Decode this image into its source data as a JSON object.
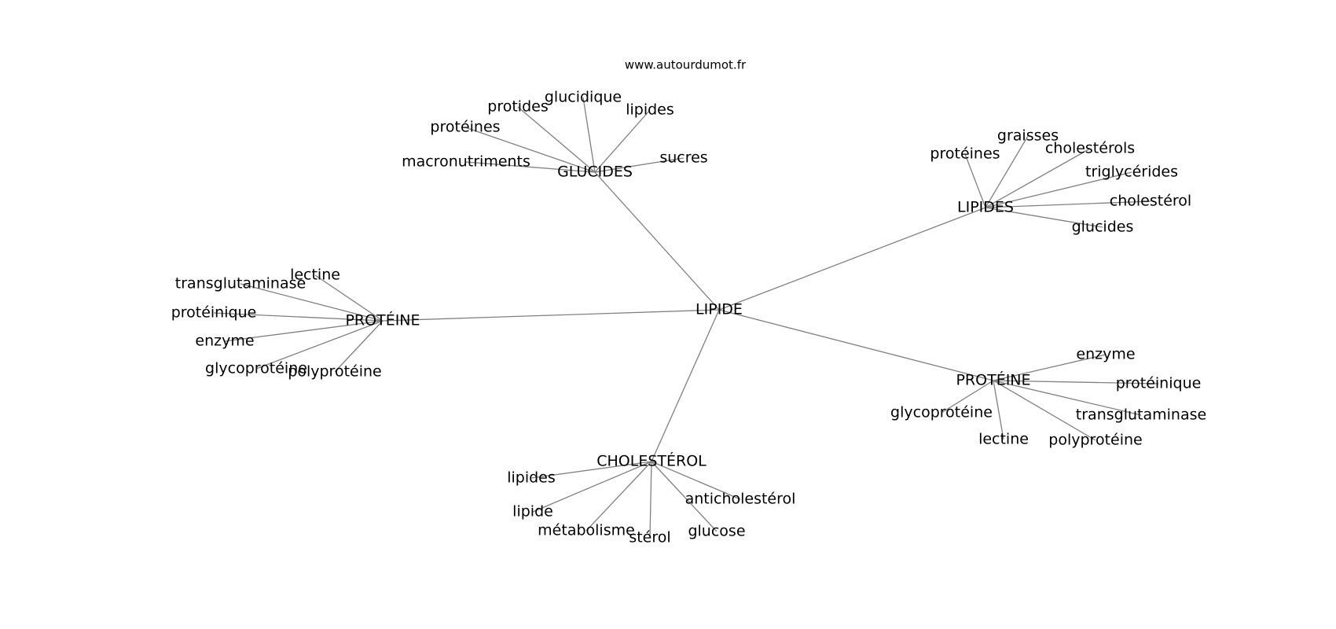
{
  "header": {
    "site": "www.autourdumot.fr"
  },
  "graph": {
    "center": "LIPIDE",
    "groups": [
      {
        "hub": "GLUCIDES",
        "leaves": [
          "macronutriments",
          "protéines",
          "protides",
          "glucidique",
          "lipides",
          "sucres"
        ]
      },
      {
        "hub": "LIPIDES",
        "leaves": [
          "protéines",
          "graisses",
          "cholestérols",
          "triglycérides",
          "cholestérol",
          "glucides"
        ]
      },
      {
        "hub": "PROTÉINE",
        "leaves": [
          "lectine",
          "transglutaminase",
          "protéinique",
          "enzyme",
          "glycoprotéine",
          "polyprotéine"
        ]
      },
      {
        "hub": "PROTÉINE",
        "leaves": [
          "enzyme",
          "protéinique",
          "transglutaminase",
          "polyprotéine",
          "lectine",
          "glycoprotéine"
        ]
      },
      {
        "hub": "CHOLESTÉROL",
        "leaves": [
          "lipides",
          "lipide",
          "métabolisme",
          "stérol",
          "glucose",
          "anticholestérol"
        ]
      }
    ]
  }
}
